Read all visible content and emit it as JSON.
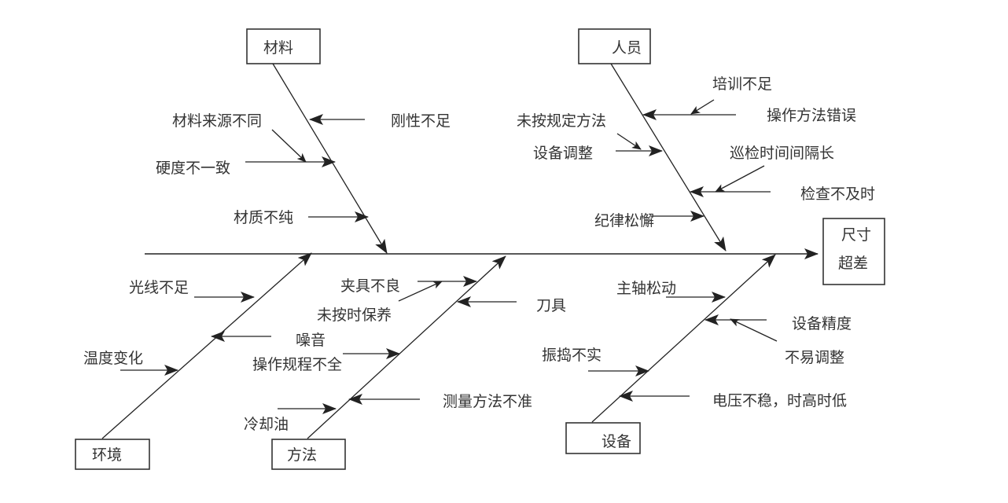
{
  "diagram": {
    "type": "fishbone",
    "effect": {
      "line1": "尺寸",
      "line2": "超差"
    },
    "categories": {
      "material": {
        "label": "材料",
        "causes": [
          "刚性不足",
          "材料来源不同",
          "硬度不一致",
          "材质不纯"
        ]
      },
      "people": {
        "label": "人员",
        "causes": [
          "培训不足",
          "操作方法错误",
          "未按规定方法",
          "设备调整",
          "巡检时间间隔长",
          "检查不及时",
          "纪律松懈"
        ]
      },
      "environment": {
        "label": "环境",
        "causes": [
          "光线不足",
          "噪音",
          "温度变化"
        ]
      },
      "method": {
        "label": "方法",
        "causes": [
          "夹具不良",
          "未按时保养",
          "刀具",
          "操作规程不全",
          "测量方法不准",
          "冷却油"
        ]
      },
      "equipment": {
        "label": "设备",
        "causes": [
          "主轴松动",
          "设备精度",
          "不易调整",
          "振捣不实",
          "电压不稳，时高时低"
        ]
      }
    },
    "colors": {
      "line": "#222222",
      "text": "#333333",
      "background": "#ffffff"
    }
  }
}
